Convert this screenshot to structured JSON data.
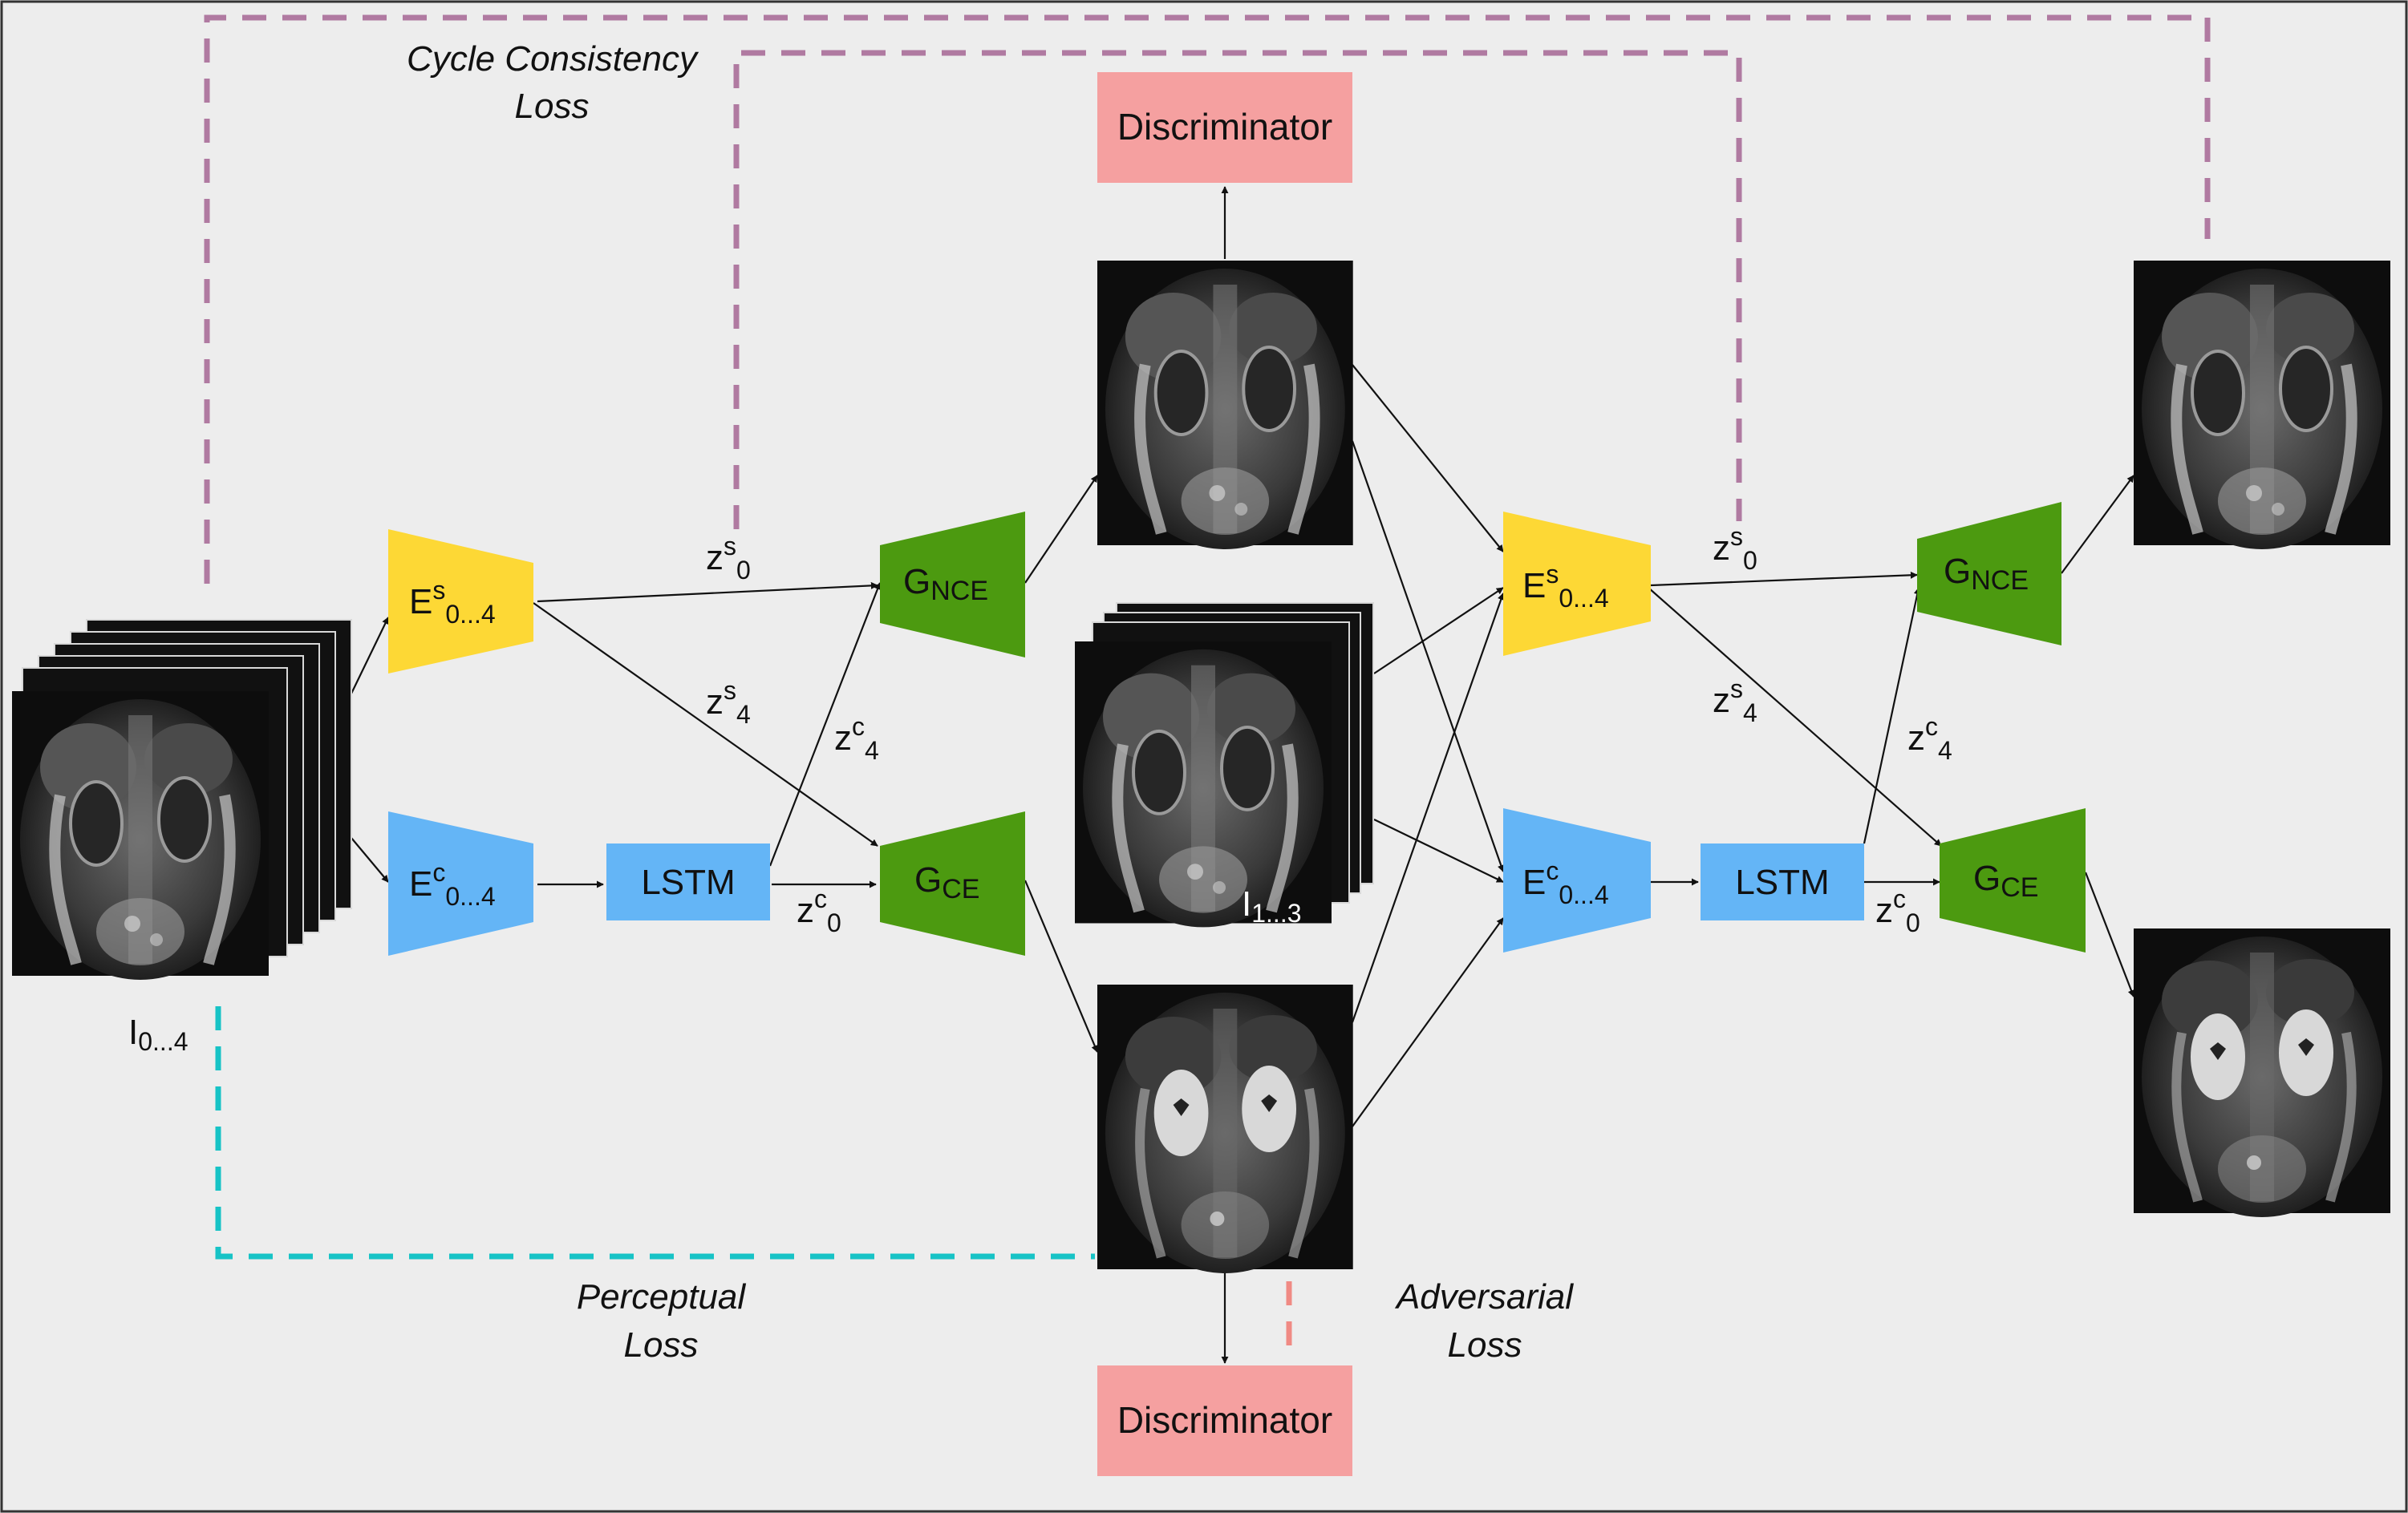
{
  "colors": {
    "background": "#ededed",
    "frame": "#333333",
    "encoder_style": "#fdd835",
    "encoder_content": "#64b5f6",
    "generator": "#4c9a10",
    "discriminator": "#f5a0a0",
    "cycle_loss": "#b07aa1",
    "perceptual_loss": "#17c3c6",
    "adversarial_loss": "#f08a84",
    "arrow": "#111111"
  },
  "labels": {
    "cycle_loss_1": "Cycle Consistency",
    "cycle_loss_2": "Loss",
    "perceptual_1": "Perceptual",
    "perceptual_2": "Loss",
    "adversarial_1": "Adversarial",
    "adversarial_2": "Loss",
    "discriminator_top": "Discriminator",
    "discriminator_bottom": "Discriminator",
    "lstm_1": "LSTM",
    "lstm_2": "LSTM",
    "input_stack": {
      "base": "I",
      "sub": "0...4"
    },
    "middle_stack": {
      "base": "I",
      "sub": "1...3"
    }
  },
  "encoders": [
    {
      "base": "E",
      "sup": "s",
      "sub": "0...4"
    },
    {
      "base": "E",
      "sup": "c",
      "sub": "0...4"
    },
    {
      "base": "E",
      "sup": "s",
      "sub": "0...4"
    },
    {
      "base": "E",
      "sup": "c",
      "sub": "0...4"
    }
  ],
  "generators": [
    {
      "base": "G",
      "sub": "NCE"
    },
    {
      "base": "G",
      "sub": "CE"
    },
    {
      "base": "G",
      "sub": "NCE"
    },
    {
      "base": "G",
      "sub": "CE"
    }
  ],
  "latents": [
    {
      "base": "z",
      "sup": "s",
      "sub": "0"
    },
    {
      "base": "z",
      "sup": "s",
      "sub": "4"
    },
    {
      "base": "z",
      "sup": "c",
      "sub": "4"
    },
    {
      "base": "z",
      "sup": "c",
      "sub": "0"
    },
    {
      "base": "z",
      "sup": "s",
      "sub": "0"
    },
    {
      "base": "z",
      "sup": "s",
      "sub": "4"
    },
    {
      "base": "z",
      "sup": "c",
      "sub": "4"
    },
    {
      "base": "z",
      "sup": "c",
      "sub": "0"
    }
  ],
  "images": [
    {
      "contrast": "non-enhanced"
    },
    {
      "contrast": "enhanced"
    },
    {
      "contrast": "non-enhanced"
    },
    {
      "contrast": "enhanced"
    }
  ]
}
